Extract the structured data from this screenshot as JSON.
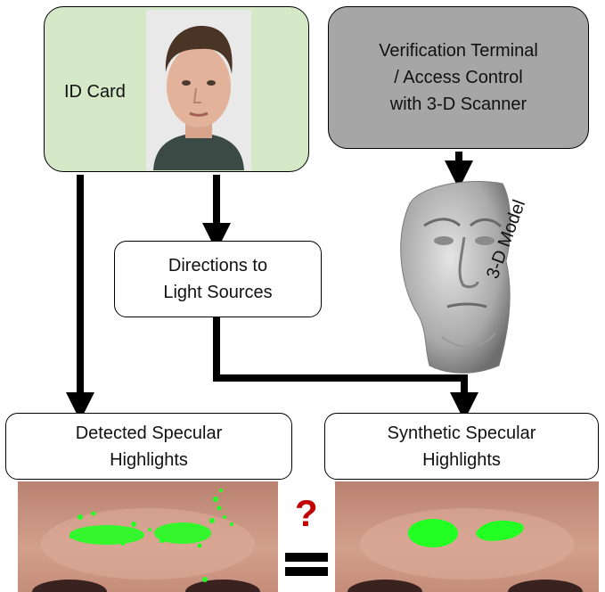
{
  "id_card": {
    "label": "ID Card"
  },
  "terminal": {
    "lines": [
      "Verification Terminal",
      "/ Access Control",
      "with 3-D Scanner"
    ]
  },
  "directions": {
    "lines": [
      "Directions to",
      "Light Sources"
    ]
  },
  "model": {
    "label": "3-D Model"
  },
  "detected": {
    "lines": [
      "Detected Specular",
      "Highlights"
    ]
  },
  "synthetic": {
    "lines": [
      "Synthetic Specular",
      "Highlights"
    ]
  },
  "compare": {
    "question": "?"
  },
  "colors": {
    "id_card_fill": "#d5e8c8",
    "terminal_fill": "#a6a6a6",
    "highlight_green": "#22ff22",
    "question_red": "#c00000",
    "skin": "#c98e7a"
  }
}
